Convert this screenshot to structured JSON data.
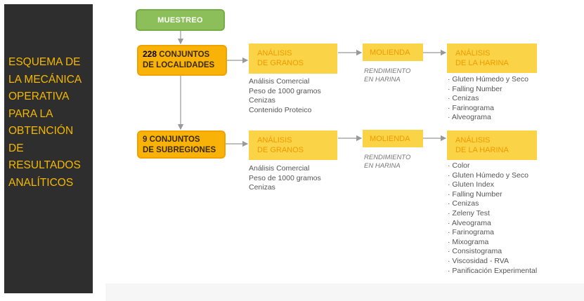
{
  "sidebar": {
    "title_lines": [
      "ESQUEMA DE",
      "LA MECÁNICA",
      "OPERATIVA",
      "PARA LA",
      "OBTENCIÓN",
      "DE",
      "RESULTADOS",
      "ANALÍTICOS"
    ]
  },
  "flow": {
    "start": "MUESTREO",
    "row1": {
      "group_number": "228",
      "group_label_1": "CONJUNTOS",
      "group_label_2": "DE LOCALIDADES",
      "grain_title_1": "ANÁLISIS",
      "grain_title_2": "DE GRANOS",
      "grain_items": [
        "Análisis Comercial",
        "Peso de 1000 gramos",
        "Cenizas",
        "Contenido Proteico"
      ],
      "mill_title": "MOLIENDA",
      "mill_note_1": "RENDIMIENTO",
      "mill_note_2": "EN HARINA",
      "flour_title_1": "ANÁLISIS",
      "flour_title_2": "DE LA HARINA",
      "flour_items": [
        "· Gluten Húmedo y Seco",
        "· Falling Number",
        "· Cenizas",
        "· Farinograma",
        "· Alveograma"
      ]
    },
    "row2": {
      "group_label_1": "9 CONJUNTOS",
      "group_label_2": "DE SUBREGIONES",
      "grain_title_1": "ANÁLISIS",
      "grain_title_2": "DE GRANOS",
      "grain_items": [
        "Análisis Comercial",
        "Peso de 1000 gramos",
        "Cenizas"
      ],
      "mill_title": "MOLIENDA",
      "mill_note_1": "RENDIMIENTO",
      "mill_note_2": "EN HARINA",
      "flour_title_1": "ANÁLISIS",
      "flour_title_2": "DE LA HARINA",
      "flour_items": [
        "· Color",
        "· Gluten Húmedo y Seco",
        "· Gluten Index",
        "· Falling Number",
        "· Cenizas",
        "· Zeleny Test",
        "· Alveograma",
        "· Farinograma",
        "· Mixograma",
        "· Consistograma",
        "· Viscosidad - RVA",
        "· Panificación Experimental"
      ]
    }
  },
  "colors": {
    "sidebar_bg": "#2e2e2e",
    "sidebar_text": "#f5b800",
    "start_box": "#8cbf5a",
    "group_box": "#f9b208",
    "step_box": "#fbd347",
    "step_text": "#f19a00",
    "arrow": "#999999"
  }
}
